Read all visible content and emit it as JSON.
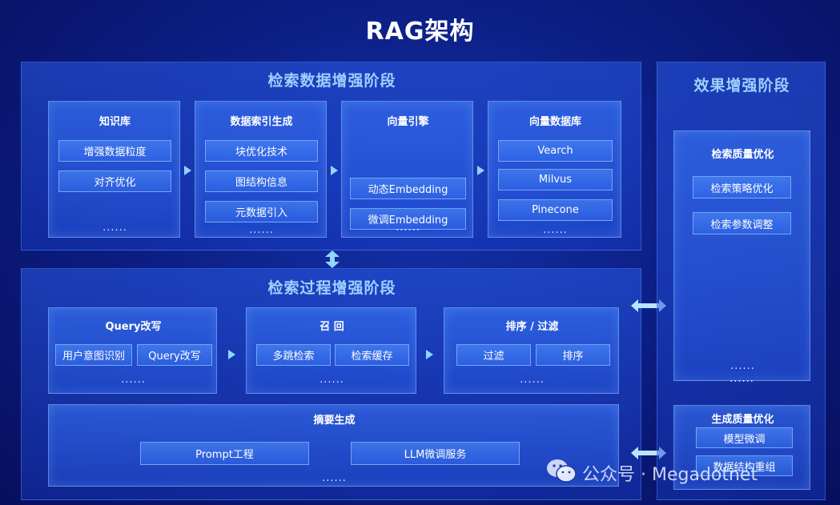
{
  "title": "RAG架构",
  "sections": {
    "data_enhance": {
      "title": "检索数据增强阶段",
      "cards": [
        {
          "title": "知识库",
          "items": [
            "增强数据粒度",
            "对齐优化"
          ],
          "more": "......"
        },
        {
          "title": "数据索引生成",
          "items": [
            "块优化技术",
            "图结构信息",
            "元数据引入"
          ],
          "more": "......"
        },
        {
          "title": "向量引擎",
          "items": [
            "动态Embedding",
            "微调Embedding"
          ],
          "more": "......"
        },
        {
          "title": "向量数据库",
          "items": [
            "Vearch",
            "Milvus",
            "Pinecone"
          ],
          "more": "......"
        }
      ]
    },
    "process_enhance": {
      "title": "检索过程增强阶段",
      "cards": [
        {
          "title": "Query改写",
          "items": [
            "用户意图识别",
            "Query改写"
          ],
          "more": "......"
        },
        {
          "title": "召 回",
          "items": [
            "多跳检索",
            "检索缓存"
          ],
          "more": "......"
        },
        {
          "title": "排序 / 过滤",
          "items": [
            "过滤",
            "排序"
          ],
          "more": "......"
        }
      ],
      "summary": {
        "title": "摘要生成",
        "items": [
          "Prompt工程",
          "LLM微调服务"
        ],
        "more": "......"
      }
    },
    "effect_enhance": {
      "title": "效果增强阶段",
      "retrieval_quality": {
        "title": "检索质量优化",
        "items": [
          "检索策略优化",
          "检索参数调整"
        ],
        "more": "......"
      },
      "outer_more": "......",
      "generation_quality": {
        "title": "生成质量优化",
        "items": [
          "模型微调",
          "数据结构重组"
        ]
      }
    }
  },
  "watermark": {
    "icon": "wechat-icon",
    "text": "公众号 · Megadotnet"
  },
  "colors": {
    "accent": "#9fd0ff",
    "arrow": "#8fd6ff",
    "background": "#0c1f86"
  }
}
